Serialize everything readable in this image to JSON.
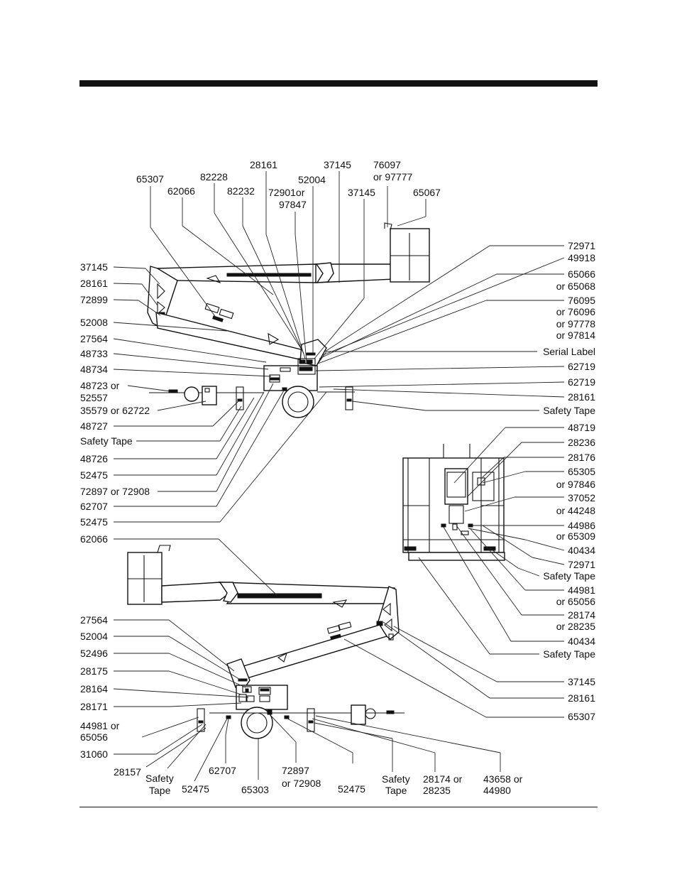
{
  "labels": {
    "l65307a": "65307",
    "l62066a": "62066",
    "l82228": "82228",
    "l82232": "82232",
    "l28161a": "28161",
    "l72901a": "72901or",
    "l72901b": "97847",
    "l52004a": "52004",
    "l37145a": "37145",
    "l37145b": "37145",
    "l76097a": "76097",
    "l76097b": "or 97777",
    "l65067": "65067",
    "l37145c": "37145",
    "l28161b": "28161",
    "l72899": "72899",
    "l52008": "52008",
    "l27564a": "27564",
    "l48733": "48733",
    "l48734": "48734",
    "l48723a": "48723 or",
    "l48723b": "52557",
    "l35579": "35579 or 62722",
    "l48727": "48727",
    "l safety": "",
    "lSafetyA": "Safety Tape",
    "l48726": "48726",
    "l52475a": "52475",
    "l72897a": "72897 or 72908",
    "l62707a": "62707",
    "l52475b": "52475",
    "r72971a": "72971",
    "r49918": "49918",
    "r65066a": "65066",
    "r65066b": "or 65068",
    "r76095a": "76095",
    "r76095b": "or 76096",
    "r76095c": "or 97778",
    "r76095d": "or 97814",
    "rSerial": "Serial Label",
    "r62719a": "62719",
    "r62719b": "62719",
    "r28161a": "28161",
    "rSafetyA": "Safety Tape",
    "r48719": "48719",
    "r28236": "28236",
    "r28176": "28176",
    "r65305a": "65305",
    "r65305b": "or 97846",
    "r37052a": "37052",
    "r37052b": "or 44248",
    "r44986a": "44986",
    "r44986b": "or 65309",
    "r40434a": "40434",
    "r72971b": "72971",
    "rSafetyB": "Safety Tape",
    "r44981a": "44981",
    "r44981b": "or 65056",
    "r28174a": "28174",
    "r28174b": "or 28235",
    "r40434b": "40434",
    "rSafetyC": "Safety Tape",
    "l62066b": "62066",
    "r37145": "37145",
    "r28161b": "28161",
    "r65307": "65307",
    "l27564b": "27564",
    "l52004b": "52004",
    "l52496": "52496",
    "l28175": "28175",
    "l28164": "28164",
    "l28171": "28171",
    "l44981a": "44981 or",
    "l44981b": "65056",
    "l31060": "31060",
    "b28157": "28157",
    "bSafetyA1": "Safety",
    "bSafetyA2": "Tape",
    "b52475a": "52475",
    "b62707": "62707",
    "b65303": "65303",
    "b72897a": "72897",
    "b72897b": "or 72908",
    "b52475b": "52475",
    "bSafetyB1": "Safety",
    "bSafetyB2": "Tape",
    "b28174a": "28174 or",
    "b28174b": "28235",
    "b43658a": "43658 or",
    "b43658b": "44980"
  }
}
